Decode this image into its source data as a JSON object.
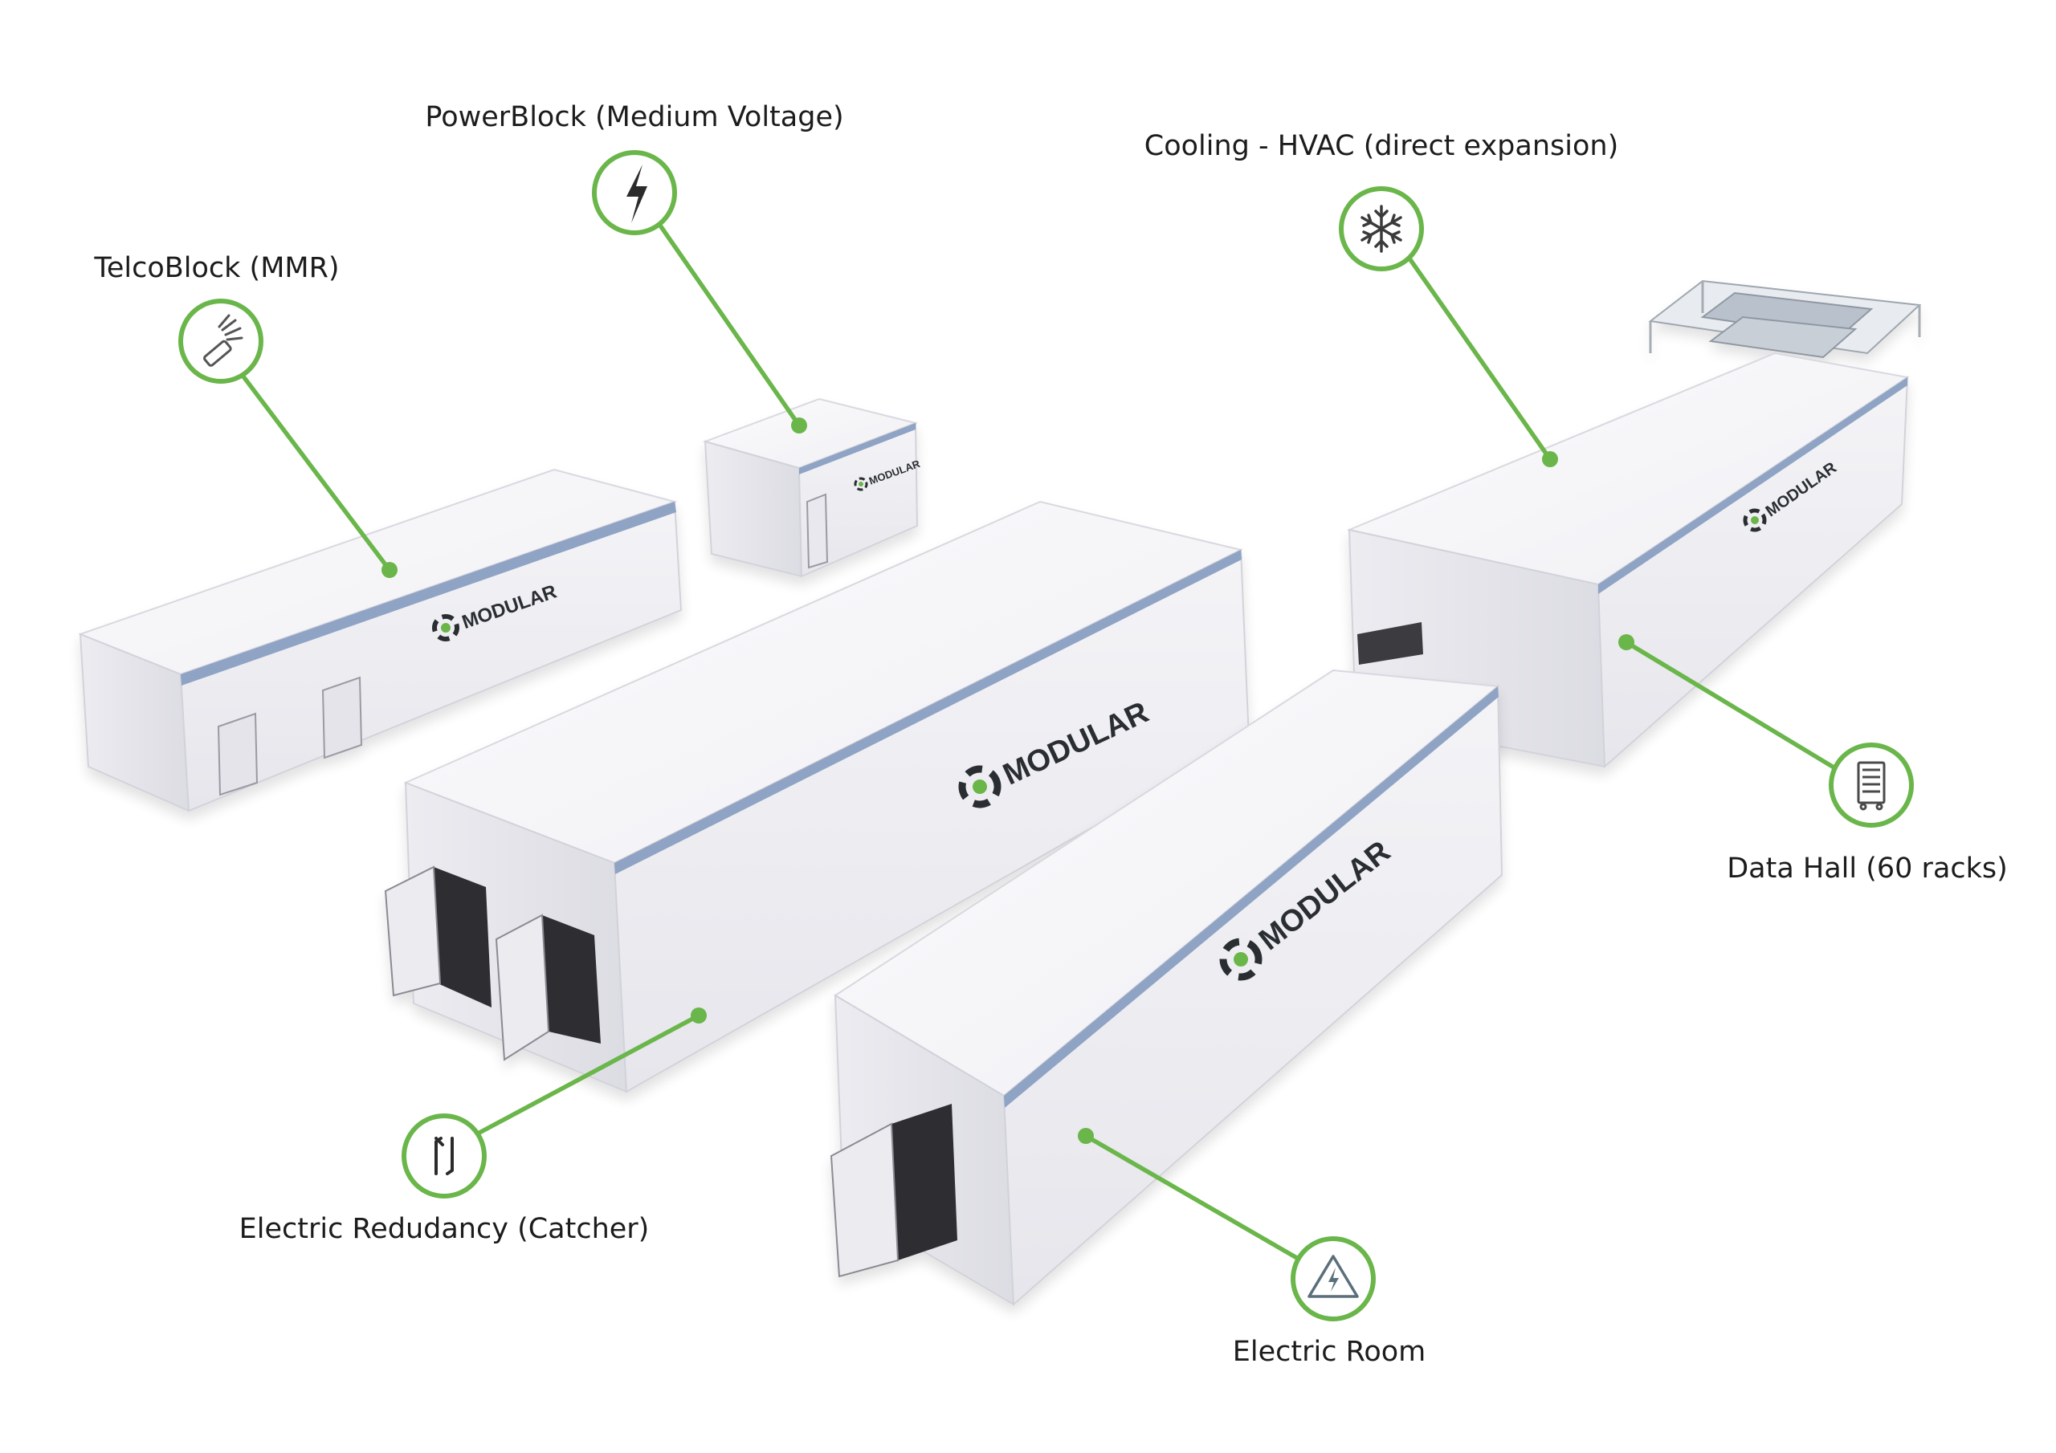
{
  "colors": {
    "accent_green": "#6ab64a",
    "module_white": "#f3f3f6",
    "module_shade": "#e2e2e8",
    "stripe_blue": "#8fa3c4",
    "text": "#1c1c1c"
  },
  "brand": {
    "watermark": "MODULAR"
  },
  "callouts": {
    "telco": {
      "label": "TelcoBlock (MMR)",
      "icon": "cable-icon"
    },
    "power": {
      "label": "PowerBlock (Medium Voltage)",
      "icon": "lightning-icon"
    },
    "cooling": {
      "label": "Cooling - HVAC (direct expansion)",
      "icon": "snowflake-icon"
    },
    "datahall": {
      "label": "Data Hall (60 racks)",
      "icon": "server-rack-icon"
    },
    "redundancy": {
      "label": "Electric Redudancy (Catcher)",
      "icon": "swap-arrows-icon"
    },
    "electric": {
      "label": "Electric Room",
      "icon": "high-voltage-warning-icon"
    }
  }
}
